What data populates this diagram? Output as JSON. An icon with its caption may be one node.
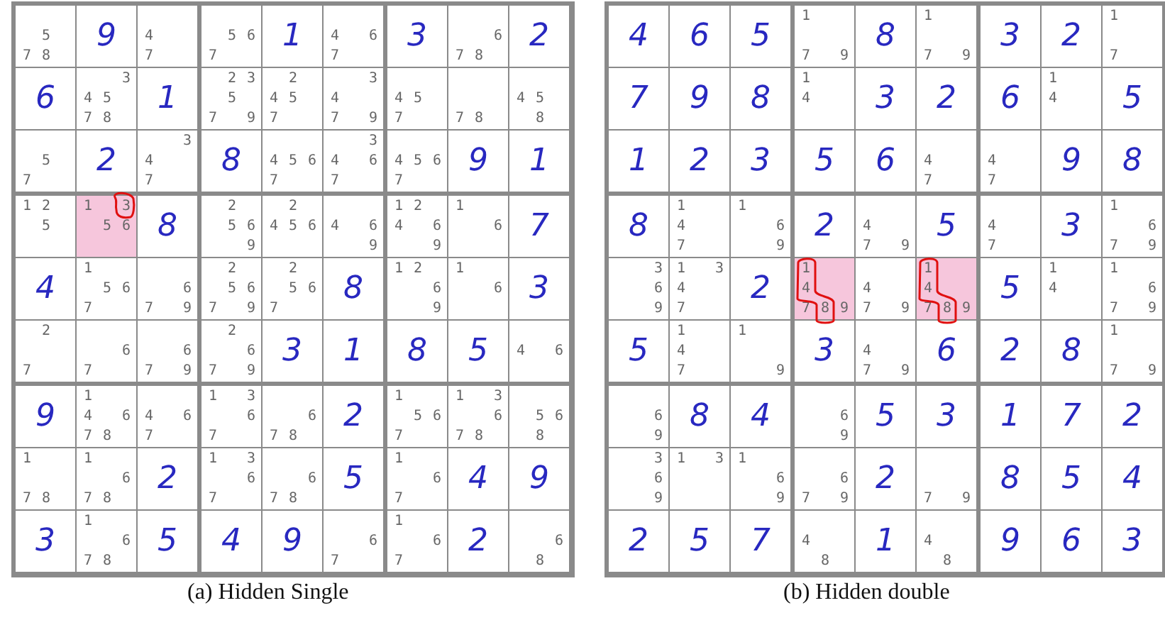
{
  "diagram": {
    "labels": [
      "5 7 8",
      "9",
      "4 7",
      "5 6 7",
      "1",
      "4 6 7",
      "3",
      "6 7 8",
      "2",
      "6",
      "3 4 5 7 8",
      "1",
      "2 3 5 7 9",
      "2 4 5 7",
      "3 4 7 9",
      "4 5 7",
      "7 8",
      "4 5 8",
      "5 7",
      "2",
      "3 4 7",
      "8",
      "4 5 6 7",
      "3 4 6 7",
      "4 5 6 7",
      "9",
      "1",
      "1 2 5",
      "1 3 5 6",
      "8",
      "2 5 6 9",
      "2 4 5 6",
      "4 6 9",
      "1 2 4 6 9",
      "1 6",
      "7",
      "4",
      "1 5 6 7",
      "6 7 9",
      "2 5 6 7 9",
      "2 5 6 7",
      "8",
      "1 2 6 9",
      "1 6",
      "3",
      "2 7",
      "6 7",
      "6 7 9",
      "2 6 7 9",
      "3",
      "1",
      "8",
      "5",
      "4 6",
      "9",
      "1 4 6 7 8",
      "4 6 7",
      "1 3 6 7",
      "6 7 8",
      "2",
      "1 5 6 7",
      "1 3 6 7 8",
      "5 6 8",
      "1 7 8",
      "1 6 7 8",
      "2",
      "1 3 6 7",
      "6 7 8",
      "5",
      "1 6 7",
      "4",
      "9",
      "3",
      "1 6 7 8",
      "5",
      "4",
      "9",
      "6 7",
      "1 6 7",
      "2",
      "6 8",
      "(a) Hidden Single",
      "4",
      "6",
      "5",
      "1 7 9",
      "8",
      "1 7 9",
      "3",
      "2",
      "1 7",
      "7",
      "9",
      "8",
      "1 4",
      "3",
      "2",
      "6",
      "1 4",
      "5",
      "1",
      "2",
      "3",
      "5",
      "6",
      "4 7",
      "4 7",
      "9",
      "8",
      "8",
      "1 4 7",
      "1 6 9",
      "2",
      "4 7 9",
      "5",
      "4 7",
      "3",
      "1 6 7 9",
      "3 6 9",
      "1 3 4 7",
      "2",
      "1 4 7 8 9",
      "4 7 9",
      "1 4 7 8 9",
      "5",
      "1 4",
      "1 6 7 9",
      "5",
      "1 4 7",
      "1 9",
      "3",
      "4 7 9",
      "6",
      "2",
      "8",
      "1 7 9",
      "6 9",
      "8",
      "4",
      "6 9",
      "5",
      "3",
      "1",
      "7",
      "2",
      "3 6 9",
      "1 3",
      "1 6 9",
      "6 7 9",
      "2",
      "7 9",
      "8",
      "5",
      "4",
      "2",
      "5",
      "7",
      "4 8",
      "1",
      "4 8",
      "9",
      "6",
      "3",
      "(b) Hidden double"
    ]
  }
}
